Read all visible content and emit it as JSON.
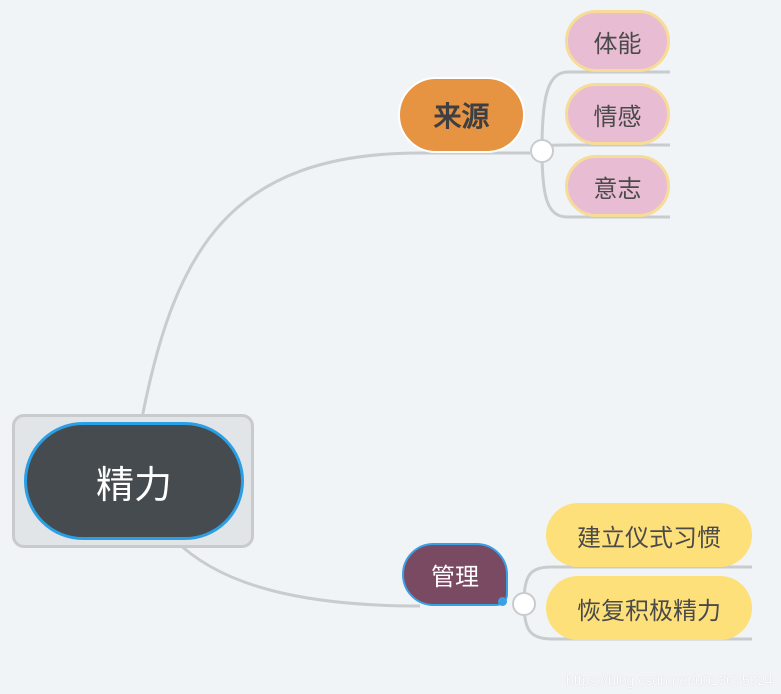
{
  "root": {
    "label": "精力"
  },
  "branches": [
    {
      "label": "来源",
      "children": [
        "体能",
        "情感",
        "意志"
      ]
    },
    {
      "label": "管理",
      "children": [
        "建立仪式习惯",
        "恢复积极精力"
      ]
    }
  ],
  "watermark": "https://blog.csdn.net/u013075024",
  "colors": {
    "background": "#f0f4f7",
    "root_fill": "#454b4f",
    "root_border": "#2b9fe6",
    "source_fill": "#e69342",
    "manage_fill": "#7a4a63",
    "pink_leaf": "#e8bcd3",
    "yellow_leaf": "#fde07a",
    "connector": "#c9ccce"
  }
}
